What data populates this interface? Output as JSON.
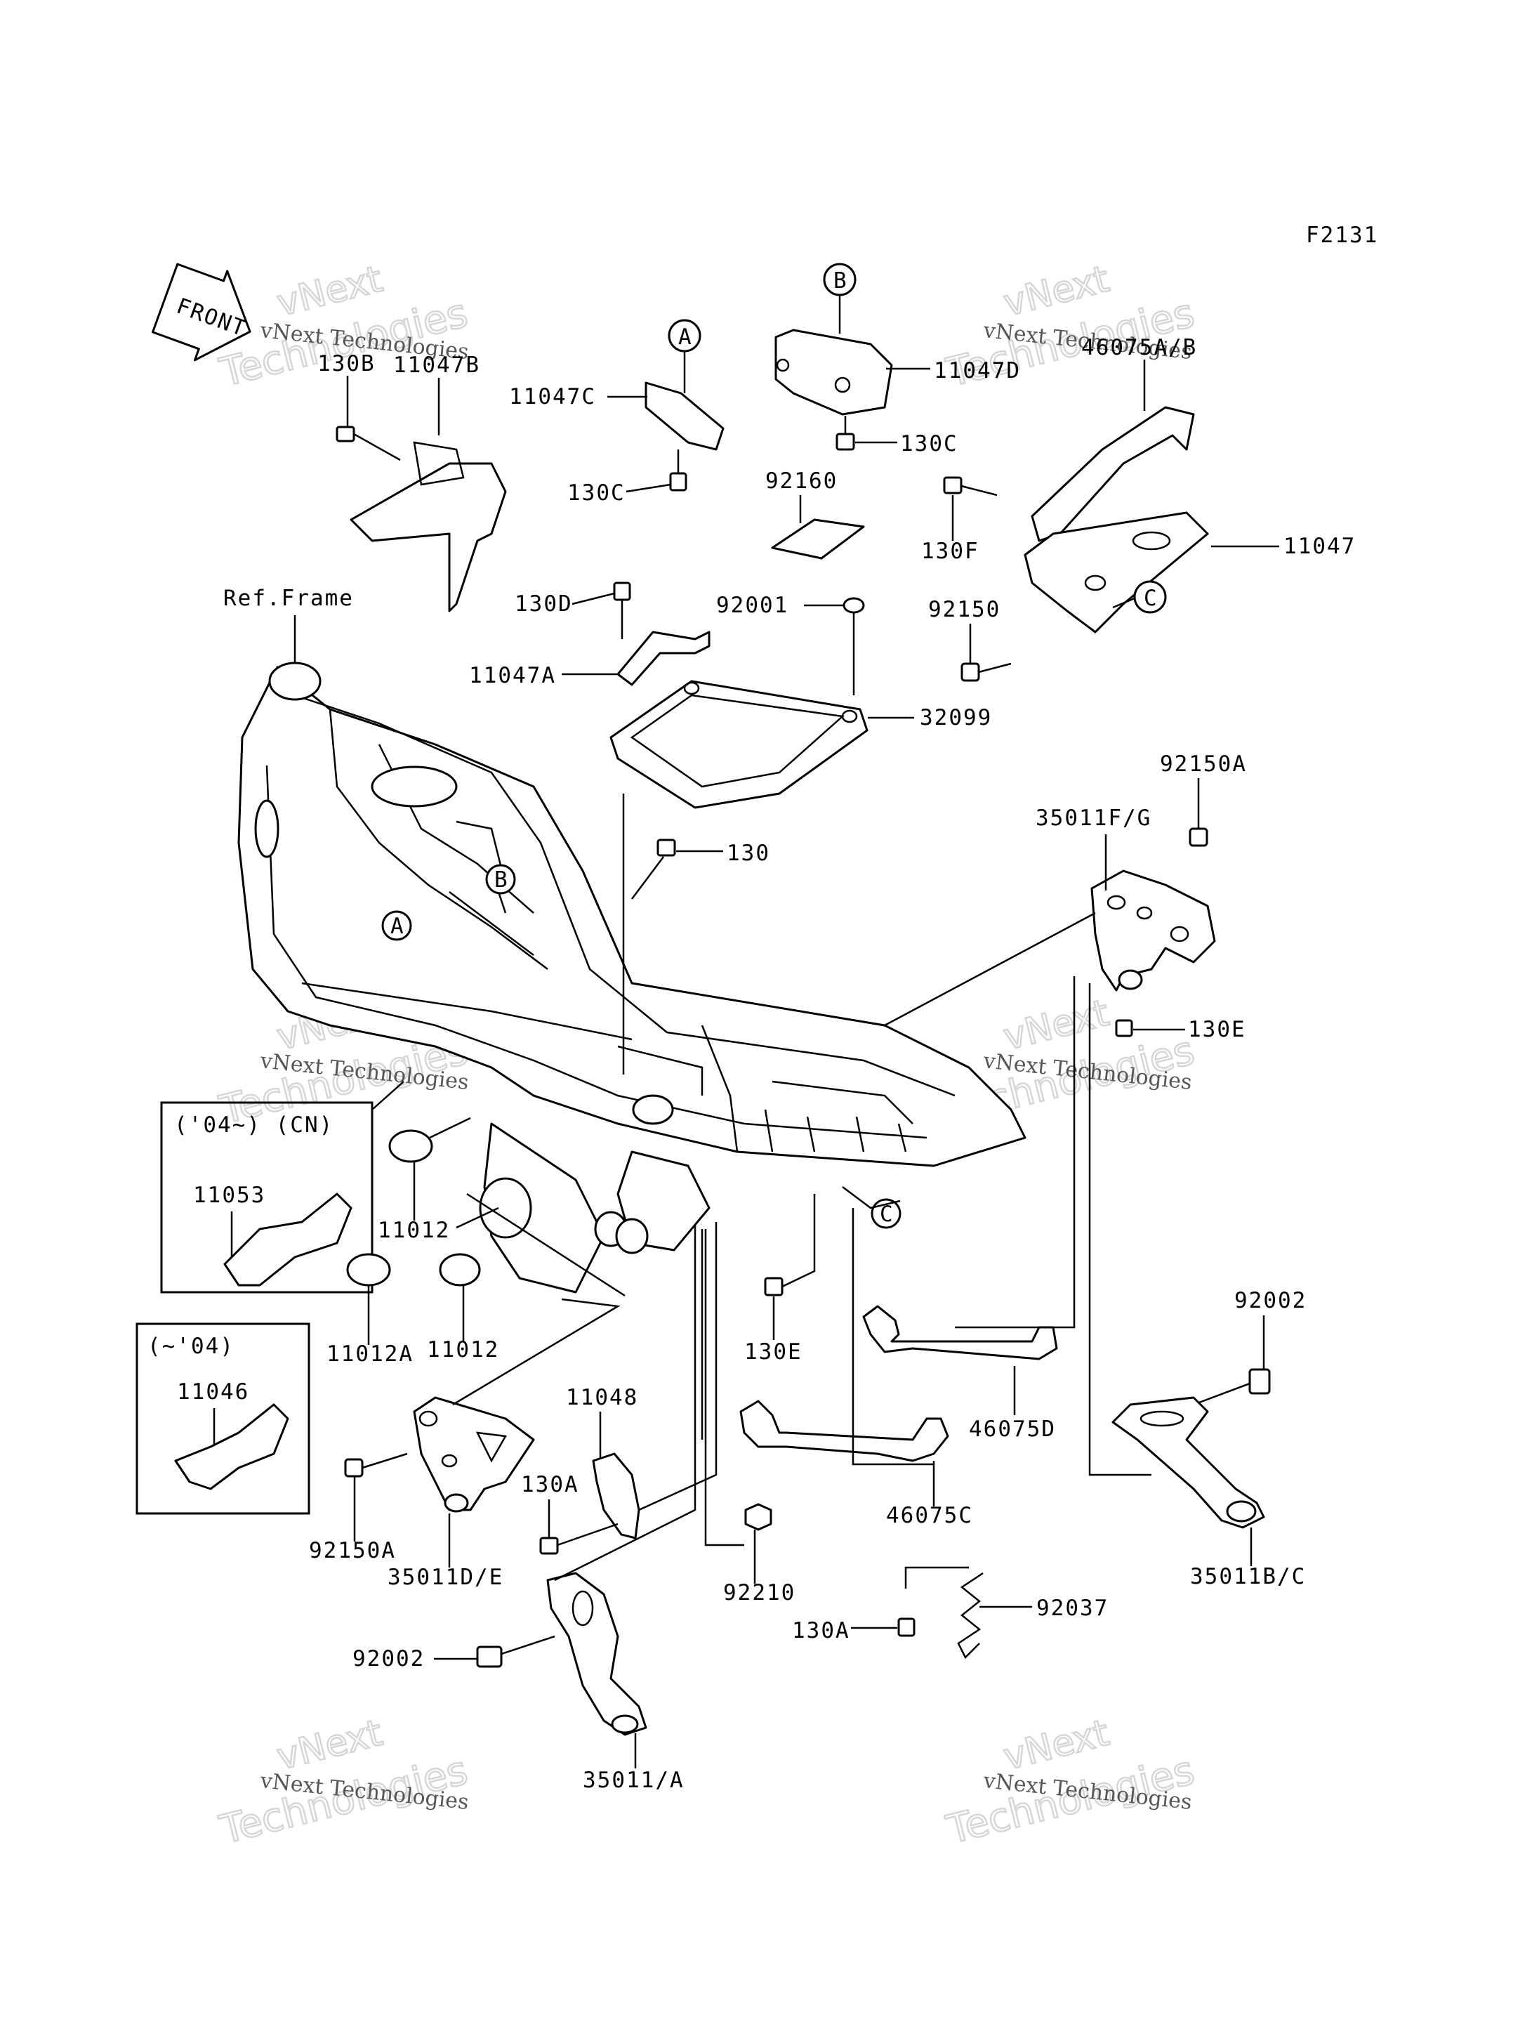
{
  "figure_code": "F2131",
  "front_arrow_label": "FRONT",
  "ref_frame_label": "Ref.Frame",
  "callout_letters": {
    "a": "A",
    "b": "B",
    "c": "C"
  },
  "part_labels": {
    "p130b": "130B",
    "p11047b": "11047B",
    "p11047c": "11047C",
    "p130c_left": "130C",
    "p11047d": "11047D",
    "p130c_right": "130C",
    "p46075ab": "46075A/B",
    "p92160": "92160",
    "p130f": "130F",
    "p11047": "11047",
    "p130d": "130D",
    "p92001": "92001",
    "p92150": "92150",
    "p11047a": "11047A",
    "p32099": "32099",
    "p92150a_top": "92150A",
    "p35011fg": "35011F/G",
    "p130": "130",
    "p130e_right": "130E",
    "p11053": "11053",
    "p11012_top": "11012",
    "p11012_bottom": "11012",
    "p11012a": "11012A",
    "p130e_lower": "130E",
    "p46075d": "46075D",
    "p92002_right": "92002",
    "p11046": "11046",
    "p11048": "11048",
    "p46075c": "46075C",
    "p130a_mid": "130A",
    "p92150a_bottom": "92150A",
    "p35011de": "35011D/E",
    "p92210": "92210",
    "p35011bc": "35011B/C",
    "p92037": "92037",
    "p130a_low": "130A",
    "p92002_left": "92002",
    "p35011a": "35011/A"
  },
  "inset_boxes": {
    "cn_title": "('04~) (CN)",
    "pre04_title": "(~'04)"
  },
  "watermark": {
    "brand": "vNext",
    "word": "Technologies",
    "full": "vNext Technologies"
  }
}
